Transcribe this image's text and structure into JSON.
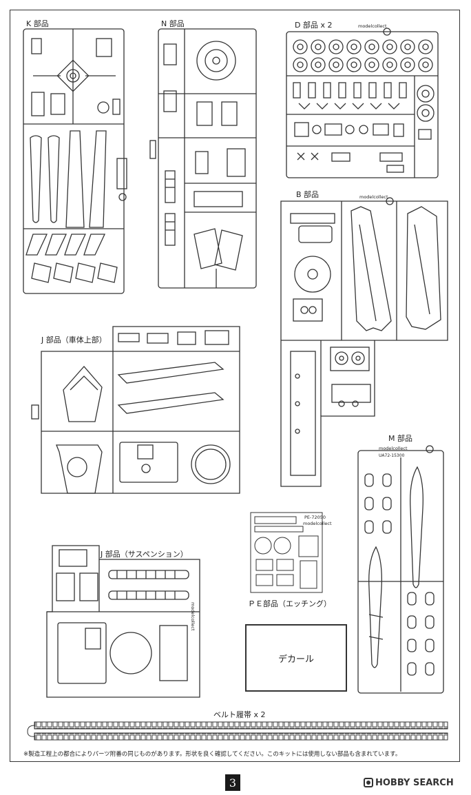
{
  "labels": {
    "k": "K 部品",
    "n": "N 部品",
    "d": "D 部品 x 2",
    "b": "B 部品",
    "j_upper": "J 部品（車体上部）",
    "m": "M 部品",
    "pe": "ＰＥ部品（エッチング）",
    "j_susp": "J 部品（サスペンション）",
    "belt": "ベルト履帯 x 2"
  },
  "decal": "デカール",
  "sprue_marks": {
    "brand": "modelcollect",
    "pe_code": "PE-72050",
    "m_code": "UA72-15300"
  },
  "note": "※製造工程上の都合によりパーツ附番の同じものがあります。形状を良く確認してください。このキットには使用しない部品も含まれています。",
  "page_number": "3",
  "watermark": "HOBBY SEARCH"
}
